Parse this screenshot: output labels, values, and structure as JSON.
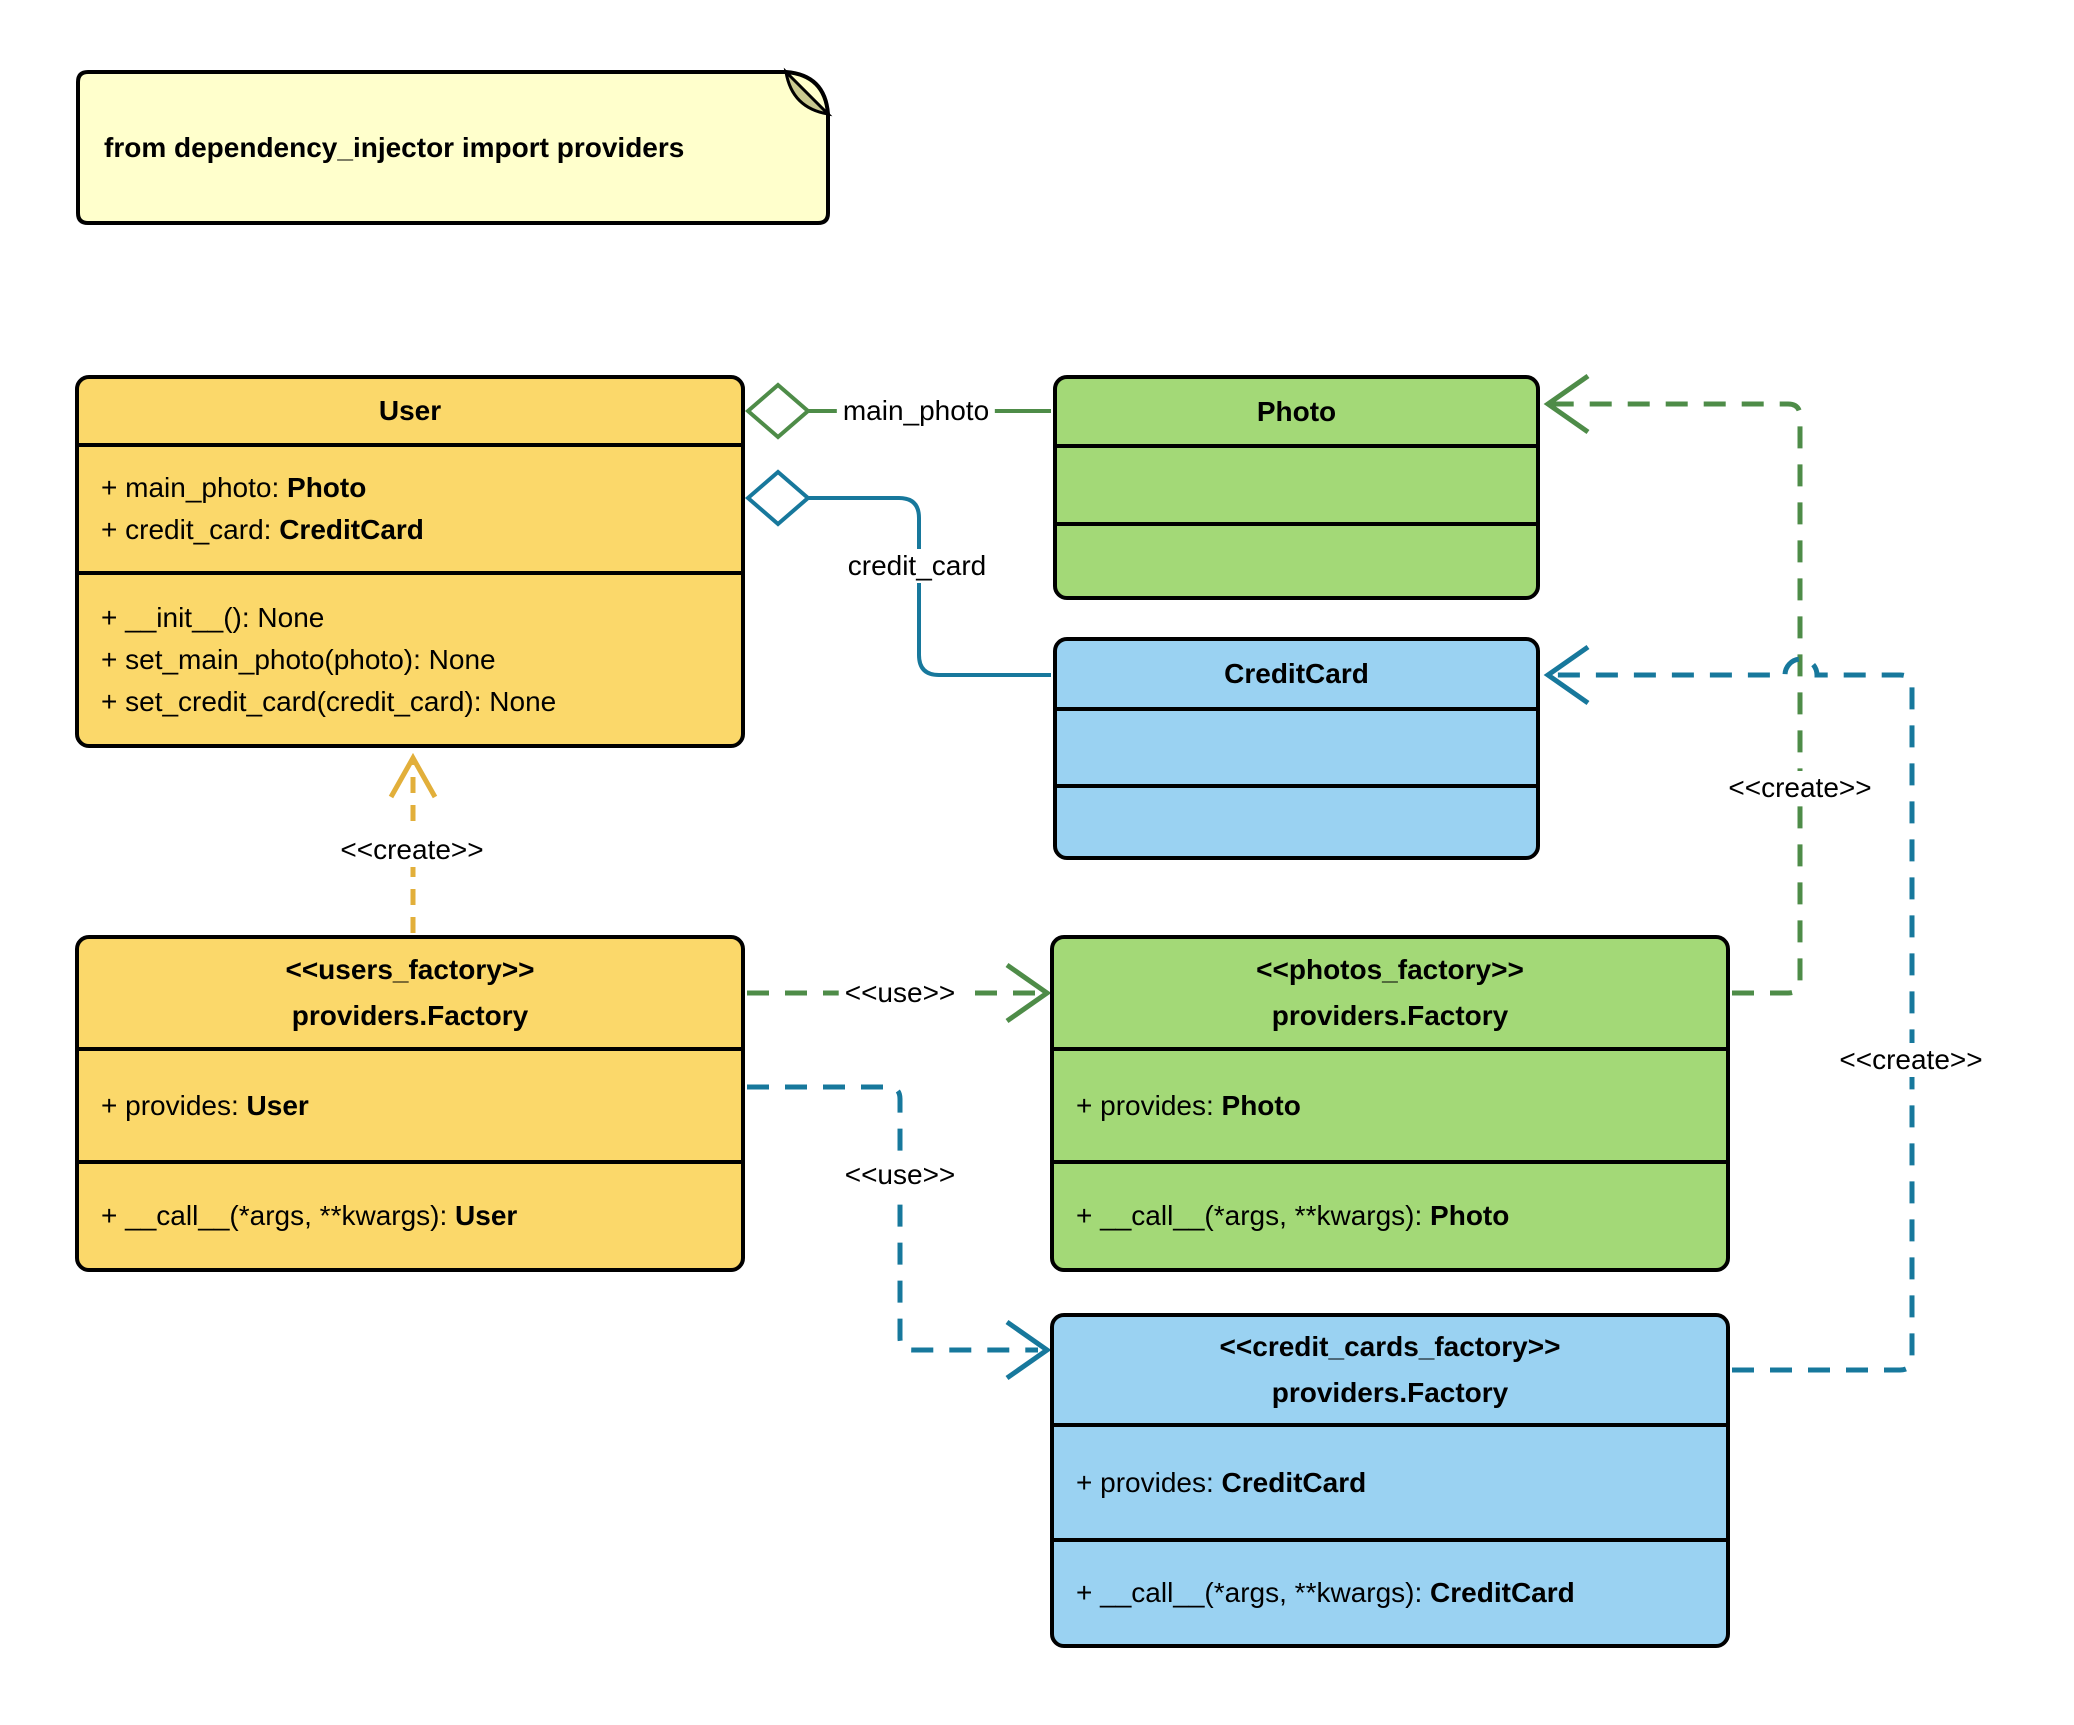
{
  "note": {
    "text": "from dependency_injector import providers"
  },
  "classes": {
    "user": {
      "title": "User",
      "attributes": [
        {
          "label": "+ main_photo: ",
          "type": "Photo"
        },
        {
          "label": "+ credit_card: ",
          "type": "CreditCard"
        }
      ],
      "methods": [
        "+ __init__(): None",
        "+ set_main_photo(photo): None",
        "+ set_credit_card(credit_card): None"
      ]
    },
    "photo": {
      "title": "Photo"
    },
    "credit_card": {
      "title": "CreditCard"
    },
    "users_factory": {
      "stereotype": "<<users_factory>>",
      "title": "providers.Factory",
      "attributes": [
        {
          "label": "+ provides: ",
          "type": "User"
        }
      ],
      "methods": [
        {
          "label": "+ __call__(*args, **kwargs): ",
          "type": "User"
        }
      ]
    },
    "photos_factory": {
      "stereotype": "<<photos_factory>>",
      "title": "providers.Factory",
      "attributes": [
        {
          "label": "+ provides: ",
          "type": "Photo"
        }
      ],
      "methods": [
        {
          "label": "+ __call__(*args, **kwargs): ",
          "type": "Photo"
        }
      ]
    },
    "credit_cards_factory": {
      "stereotype": "<<credit_cards_factory>>",
      "title": "providers.Factory",
      "attributes": [
        {
          "label": "+ provides: ",
          "type": "CreditCard"
        }
      ],
      "methods": [
        {
          "label": "+ __call__(*args, **kwargs): ",
          "type": "CreditCard"
        }
      ]
    }
  },
  "edge_labels": {
    "main_photo": "main_photo",
    "credit_card": "credit_card",
    "create": "<<create>>",
    "use": "<<use>>"
  },
  "colors": {
    "class-yellow": "#FBD86A",
    "class-green": "#A3D977",
    "class-blue": "#9AD2F2",
    "note-yellow": "#FFFFCC",
    "note-fold": "#C9C98F",
    "edge-green": "#4E8C48",
    "edge-teal": "#17789C",
    "edge-gold": "#E2AF3A",
    "stroke-black": "#000000"
  }
}
